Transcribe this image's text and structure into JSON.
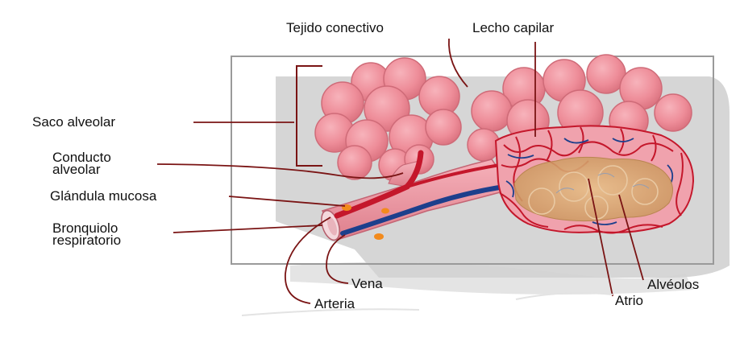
{
  "diagram": {
    "labels": {
      "tejido_conectivo": "Tejido conectivo",
      "lecho_capilar": "Lecho capilar",
      "saco_alveolar": "Saco alveolar",
      "conducto_alveolar": "Conducto\nalveolar",
      "glandula_mucosa": "Glándula mucosa",
      "bronquiolo_respiratorio": "Bronquiolo\nrespiratorio",
      "vena": "Vena",
      "arteria": "Arteria",
      "alveolos": "Alvéolos",
      "atrio": "Atrio"
    },
    "colors": {
      "leader_line": "#7a1414",
      "alveolus_pink": "#ef8f9a",
      "alveolus_dark": "#d96f7c",
      "artery_red": "#c4172b",
      "vein_blue": "#1d3f8c",
      "atrium_tan": "#d9ad7a",
      "mucous_gland": "#f28a1c",
      "shadow_gray": "#bdbdbd"
    }
  }
}
